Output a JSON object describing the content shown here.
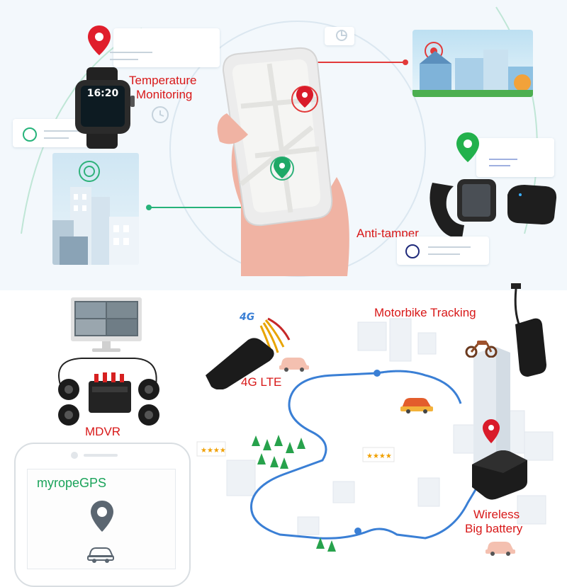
{
  "labels": {
    "temperature_line1": "Temperature",
    "temperature_line2": "Monitoring",
    "anti_tamper": "Anti-tamper",
    "motorbike_tracking": "Motorbike Tracking",
    "lte": "4G LTE",
    "mdvr": "MDVR",
    "brand": "myropeGPS",
    "wireless_line1": "Wireless",
    "wireless_line2": "Big battery"
  },
  "watch_screen": {
    "time": "16:20"
  },
  "tracker_badge": "4G",
  "colors": {
    "accent_red": "#d81818",
    "accent_green": "#1aa35a",
    "route_blue": "#3a7fd5",
    "panel_bg": "#f3f8fc"
  },
  "icons": [
    "location-pin-icon",
    "clock-icon",
    "chart-icon",
    "car-icon",
    "motorbike-icon",
    "tree-icon"
  ]
}
